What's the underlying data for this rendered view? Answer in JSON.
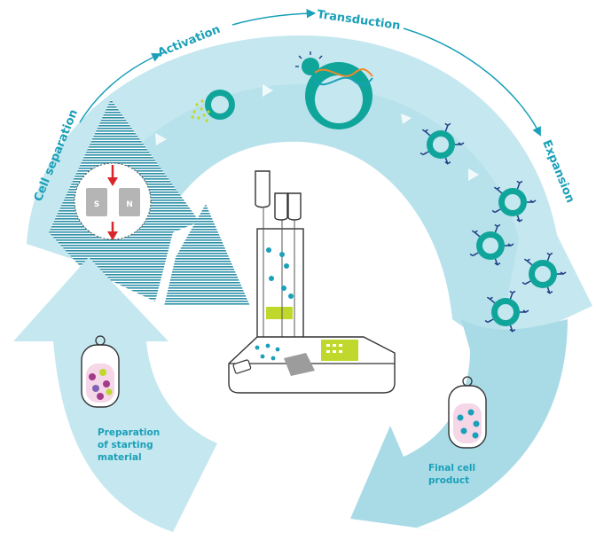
{
  "steps": {
    "cell_separation": "Cell separation",
    "activation": "Activation",
    "transduction": "Transduction",
    "expansion": "Expansion"
  },
  "magnet": {
    "south": "S",
    "north": "N"
  },
  "start_label": {
    "line1": "Preparation",
    "line2": "of starting",
    "line3": "material"
  },
  "end_label": {
    "line1": "Final cell",
    "line2": "product"
  },
  "colors": {
    "teal": "#1aa0b8",
    "ring_light": "#c5e7ef",
    "ring_mid": "#a9dbe7",
    "cell_teal": "#10a59a",
    "cell_blue": "#1d3f86",
    "lime": "#bfd82b",
    "magnet_red": "#d8262a",
    "dna_orange": "#f0892a",
    "dna_blue": "#1aa0b8"
  }
}
